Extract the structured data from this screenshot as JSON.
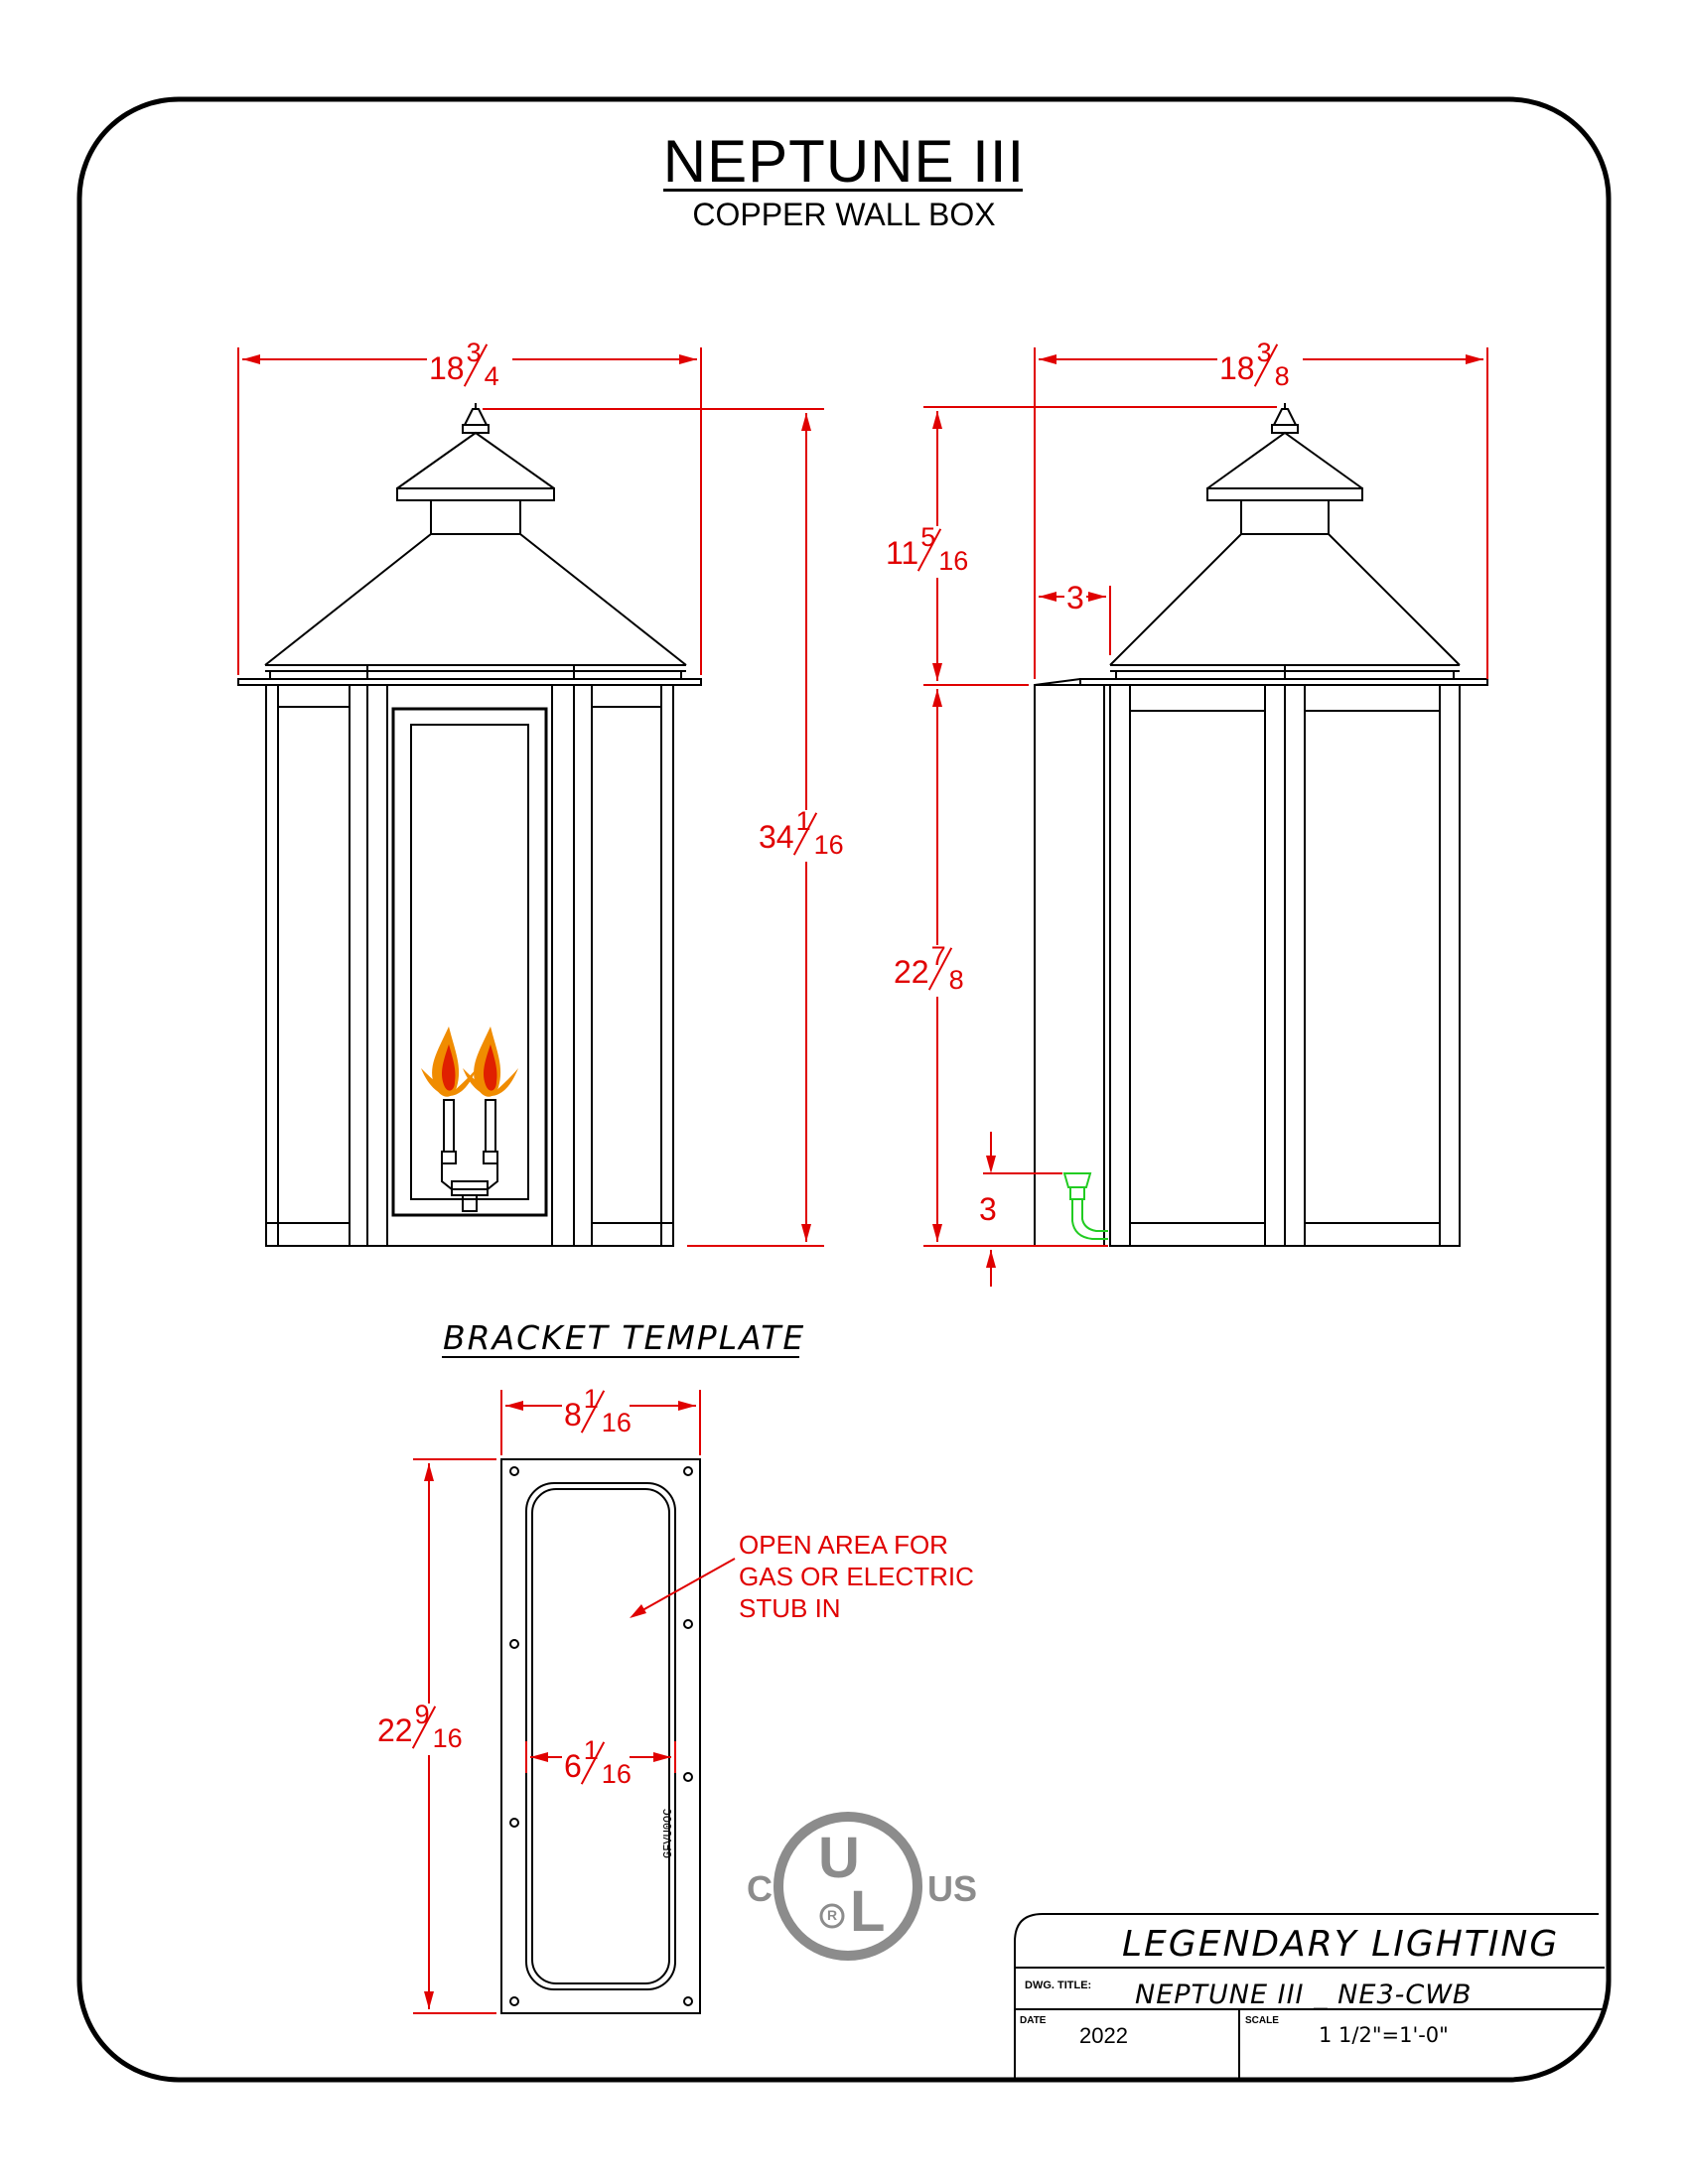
{
  "header": {
    "title": "NEPTUNE III",
    "subtitle": "COPPER WALL BOX"
  },
  "dimensions": {
    "front_width": {
      "whole": "18",
      "num": "3",
      "den": "4"
    },
    "front_height": {
      "whole": "34",
      "num": "1",
      "den": "16"
    },
    "side_width": {
      "whole": "18",
      "num": "3",
      "den": "8"
    },
    "side_roof": {
      "whole": "11",
      "num": "5",
      "den": "16"
    },
    "side_body": {
      "whole": "22",
      "num": "7",
      "den": "8"
    },
    "side_offset": "3",
    "stub_height": "3",
    "bracket_width": {
      "whole": "8",
      "num": "1",
      "den": "16"
    },
    "bracket_height": {
      "whole": "22",
      "num": "9",
      "den": "16"
    },
    "opening_width": {
      "whole": "6",
      "num": "1",
      "den": "16"
    }
  },
  "bracket": {
    "label": "BRACKET TEMPLATE",
    "stamp": "GFVU0OC",
    "note_lines": [
      "OPEN AREA FOR",
      "GAS OR ELECTRIC",
      "STUB IN"
    ]
  },
  "certification": {
    "c": "C",
    "u": "U",
    "l": "L",
    "us": "US",
    "r": "R"
  },
  "title_block": {
    "company": "LEGENDARY LIGHTING",
    "dwg_title_label": "DWG. TITLE:",
    "dwg_title": "NEPTUNE III _ NE3-CWB",
    "date_label": "DATE",
    "date": "2022",
    "scale_label": "SCALE",
    "scale": "1 1/2\"=1'-0\""
  },
  "colors": {
    "dimension": "#e00000",
    "outline": "#000000",
    "flame_outer": "#f08c00",
    "flame_inner": "#e02000",
    "gas_stub": "#22cc22",
    "ul_mark": "#8c8c8c"
  }
}
